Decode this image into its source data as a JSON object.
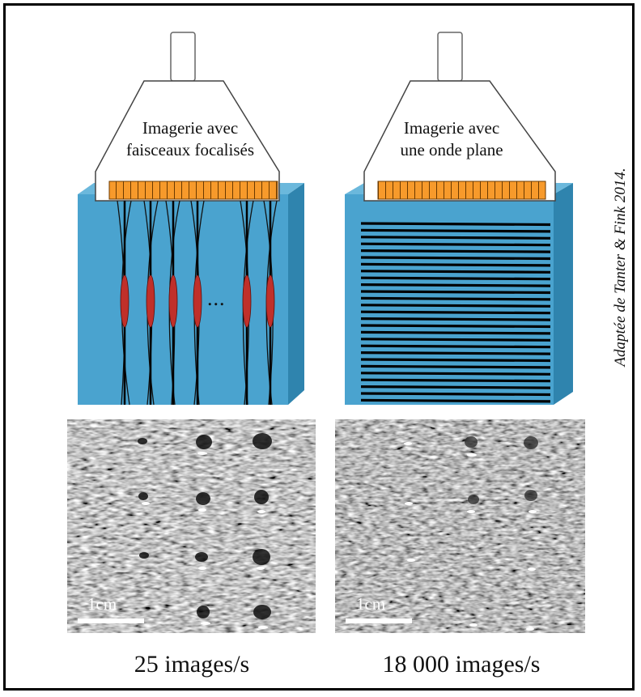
{
  "left_panel": {
    "probe_label_line1": "Imagerie avec",
    "probe_label_line2": "faisceaux focalisés",
    "ellipsis": "...",
    "scale_label": "1cm",
    "frame_rate": "25 images/s"
  },
  "right_panel": {
    "probe_label_line1": "Imagerie avec",
    "probe_label_line2": "une onde plane",
    "scale_label": "1cm",
    "frame_rate": "18 000 images/s"
  },
  "credit": "Adaptée de Tanter & Fink 2014.",
  "colors": {
    "tissue_front": "#4aa3cf",
    "tissue_side": "#2f84ae",
    "transducer": "#f79a2b",
    "focal_zone": "#c0302a"
  }
}
